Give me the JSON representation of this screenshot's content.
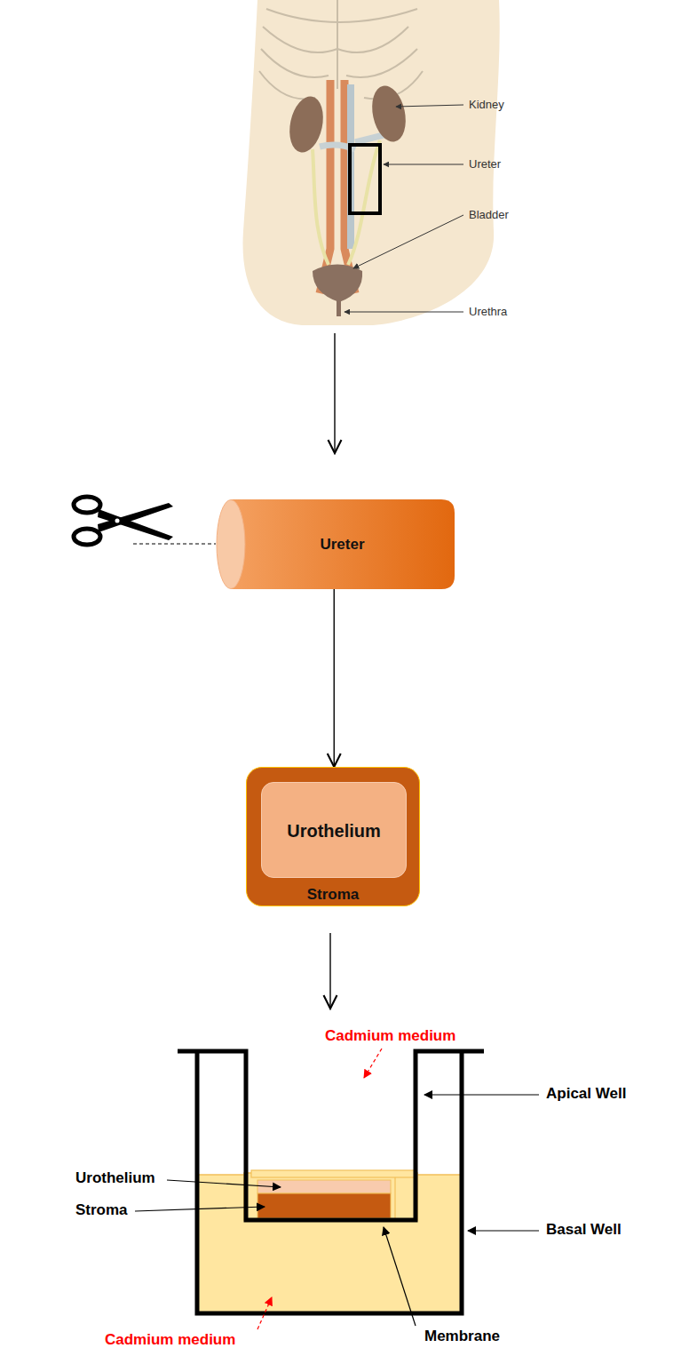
{
  "diagram": {
    "nodes": [
      {
        "text": [
          "Ureter"
        ]
      },
      {
        "text": [
          "Stroma"
        ]
      },
      {
        "text": [
          "Urothelium"
        ],
        "in": 1
      }
    ],
    "edges": [
      {
        "from": 0,
        "to": 1,
        "arrow": "to"
      }
    ],
    "labels": [
      "Kidney",
      "Ureter",
      "Bladder",
      "Urethra",
      "Cadmium medium",
      "Apical Well",
      "Urothelium",
      "Stroma",
      "Basal Well",
      "Membrane",
      "Cadmium medium"
    ]
  }
}
